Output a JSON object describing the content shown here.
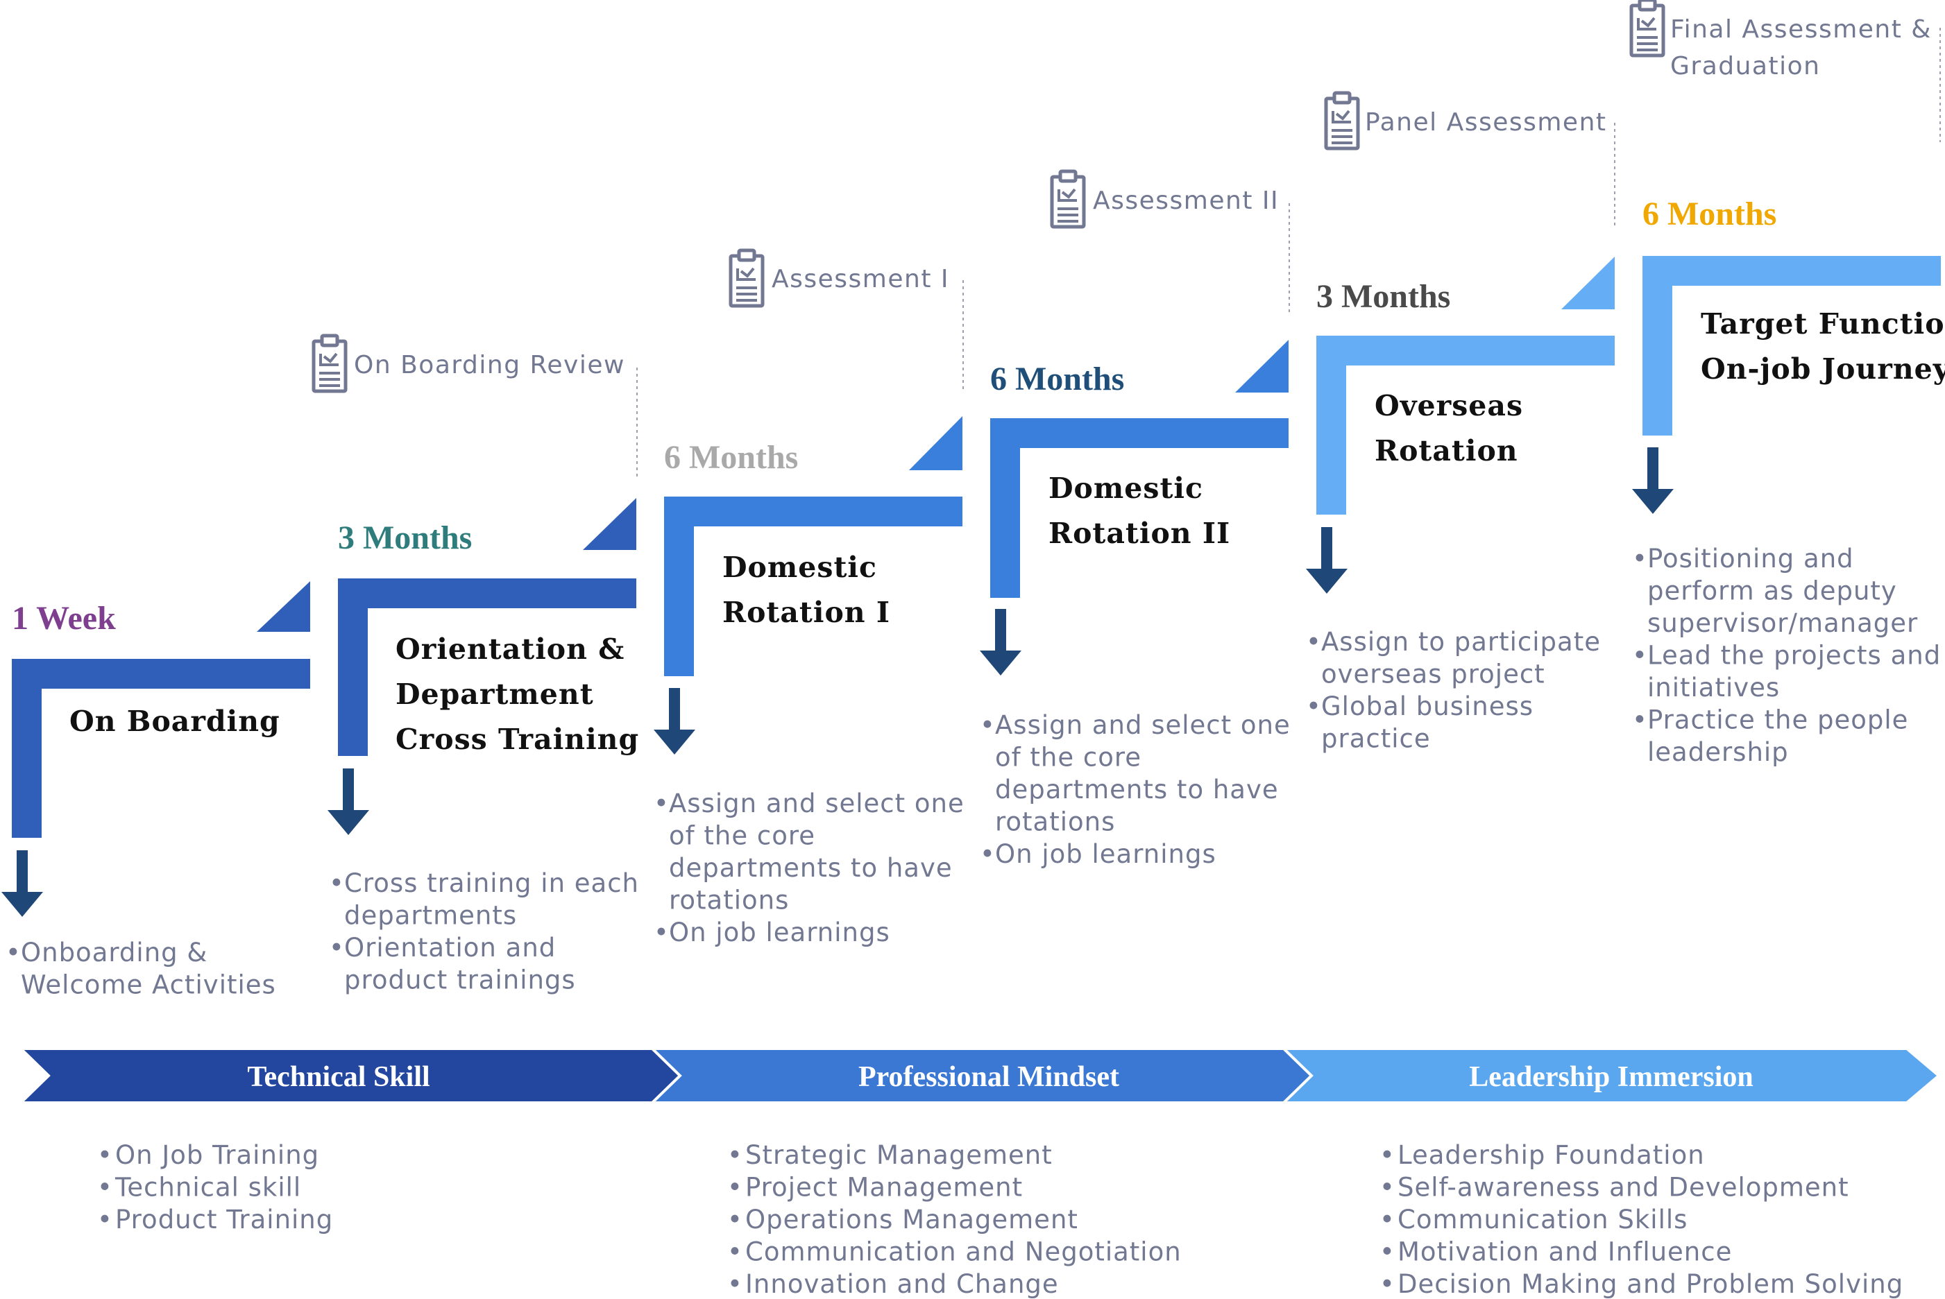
{
  "colors": {
    "dark_blue": "#2f5fb8",
    "mid_blue": "#3a7fdc",
    "light_blue": "#65aef5",
    "down_arrow": "#1f4778",
    "gray_text": "#727891",
    "purple": "#7e3f8f",
    "teal": "#2e7c7c",
    "silver": "#a9a9a9",
    "navy": "#1f4e79",
    "charcoal": "#4a4a4a",
    "gold": "#f0a800",
    "phase_dark": "#23479e",
    "phase_mid": "#3a78d4",
    "phase_light": "#5aa7f0"
  },
  "stages": [
    {
      "duration": "1 Week",
      "duration_color": "#7e3f8f",
      "title": [
        "On Boarding"
      ],
      "items": [
        [
          "Onboarding &",
          "Welcome Activities"
        ]
      ]
    },
    {
      "duration": "3 Months",
      "duration_color": "#2e7c7c",
      "title": [
        "Orientation &",
        "Department",
        "Cross Training"
      ],
      "items": [
        [
          "Cross training in each",
          "departments"
        ],
        [
          "Orientation and",
          "product trainings"
        ]
      ]
    },
    {
      "duration": "6 Months",
      "duration_color": "#a9a9a9",
      "title": [
        "Domestic",
        "Rotation I"
      ],
      "items": [
        [
          "Assign  and select one",
          "of the core",
          "departments to have",
          "rotations"
        ],
        [
          "On job learnings"
        ]
      ]
    },
    {
      "duration": "6 Months",
      "duration_color": "#1f4e79",
      "title": [
        "Domestic",
        "Rotation II"
      ],
      "items": [
        [
          "Assign and select one",
          "of the core",
          "departments to have",
          "rotations"
        ],
        [
          "On job learnings"
        ]
      ]
    },
    {
      "duration": "3 Months",
      "duration_color": "#4a4a4a",
      "title": [
        "Overseas",
        "Rotation"
      ],
      "items": [
        [
          "Assign to participate",
          "overseas project"
        ],
        [
          "Global business",
          "practice"
        ]
      ]
    },
    {
      "duration": "6 Months",
      "duration_color": "#f0a800",
      "title": [
        "Target Function",
        "On-job Journey"
      ],
      "items": [
        [
          "Positioning and",
          "perform as deputy",
          "supervisor/manager"
        ],
        [
          "Lead the projects and",
          "initiatives"
        ],
        [
          "Practice the people",
          "leadership"
        ]
      ]
    }
  ],
  "assessments": [
    {
      "label": [
        "On Boarding Review"
      ],
      "icon": "clipboard-check-icon"
    },
    {
      "label": [
        "Assessment I"
      ],
      "icon": "clipboard-check-icon"
    },
    {
      "label": [
        "Assessment II"
      ],
      "icon": "clipboard-check-icon"
    },
    {
      "label": [
        "Panel Assessment"
      ],
      "icon": "clipboard-check-icon"
    },
    {
      "label": [
        "Final Assessment &",
        "Graduation"
      ],
      "icon": "clipboard-check-icon"
    }
  ],
  "phases": [
    {
      "label": "Technical Skill",
      "color": "#23479e",
      "items": [
        "On Job Training",
        "Technical skill",
        "Product Training"
      ]
    },
    {
      "label": "Professional Mindset",
      "color": "#3a78d4",
      "items": [
        "Strategic Management",
        "Project Management",
        "Operations Management",
        "Communication and Negotiation",
        "Innovation and Change"
      ]
    },
    {
      "label": "Leadership Immersion",
      "color": "#5aa7f0",
      "items": [
        "Leadership Foundation",
        "Self-awareness and Development",
        "Communication Skills",
        "Motivation and Influence",
        "Decision Making and Problem Solving"
      ]
    }
  ]
}
